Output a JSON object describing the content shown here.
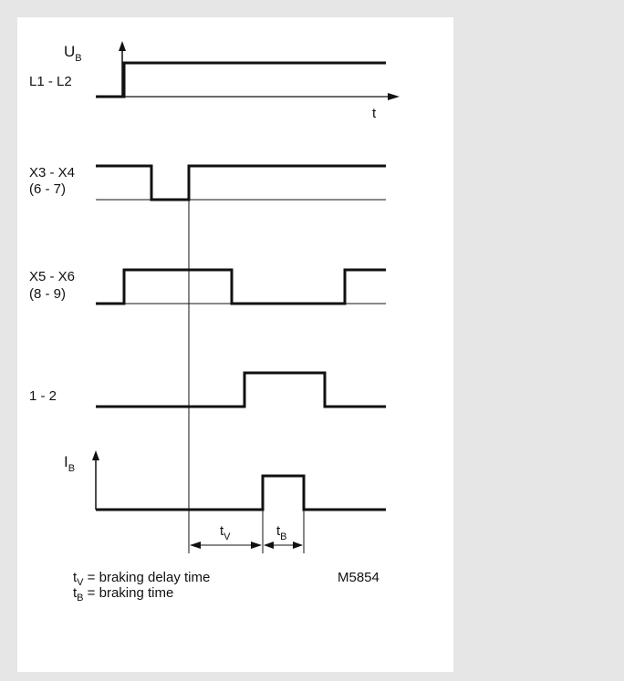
{
  "signals": {
    "supply": {
      "label": "L1 - L2",
      "axis_symbol": "U",
      "axis_subscript": "B",
      "time_label": "t"
    },
    "x3x4": {
      "label_line1": "X3 - X4",
      "label_line2": "(6 - 7)"
    },
    "x5x6": {
      "label_line1": "X5 - X6",
      "label_line2": "(8 - 9)"
    },
    "contact12": {
      "label": "1 - 2"
    },
    "brake_current": {
      "axis_symbol": "I",
      "axis_subscript": "B"
    }
  },
  "intervals": {
    "tv": {
      "symbol": "t",
      "subscript": "V"
    },
    "tb": {
      "symbol": "t",
      "subscript": "B"
    }
  },
  "legend": {
    "tv": {
      "symbol": "t",
      "subscript": "V",
      "text": " = braking delay time"
    },
    "tb": {
      "symbol": "t",
      "subscript": "B",
      "text": " = braking time"
    }
  },
  "figure_id": "M5854"
}
